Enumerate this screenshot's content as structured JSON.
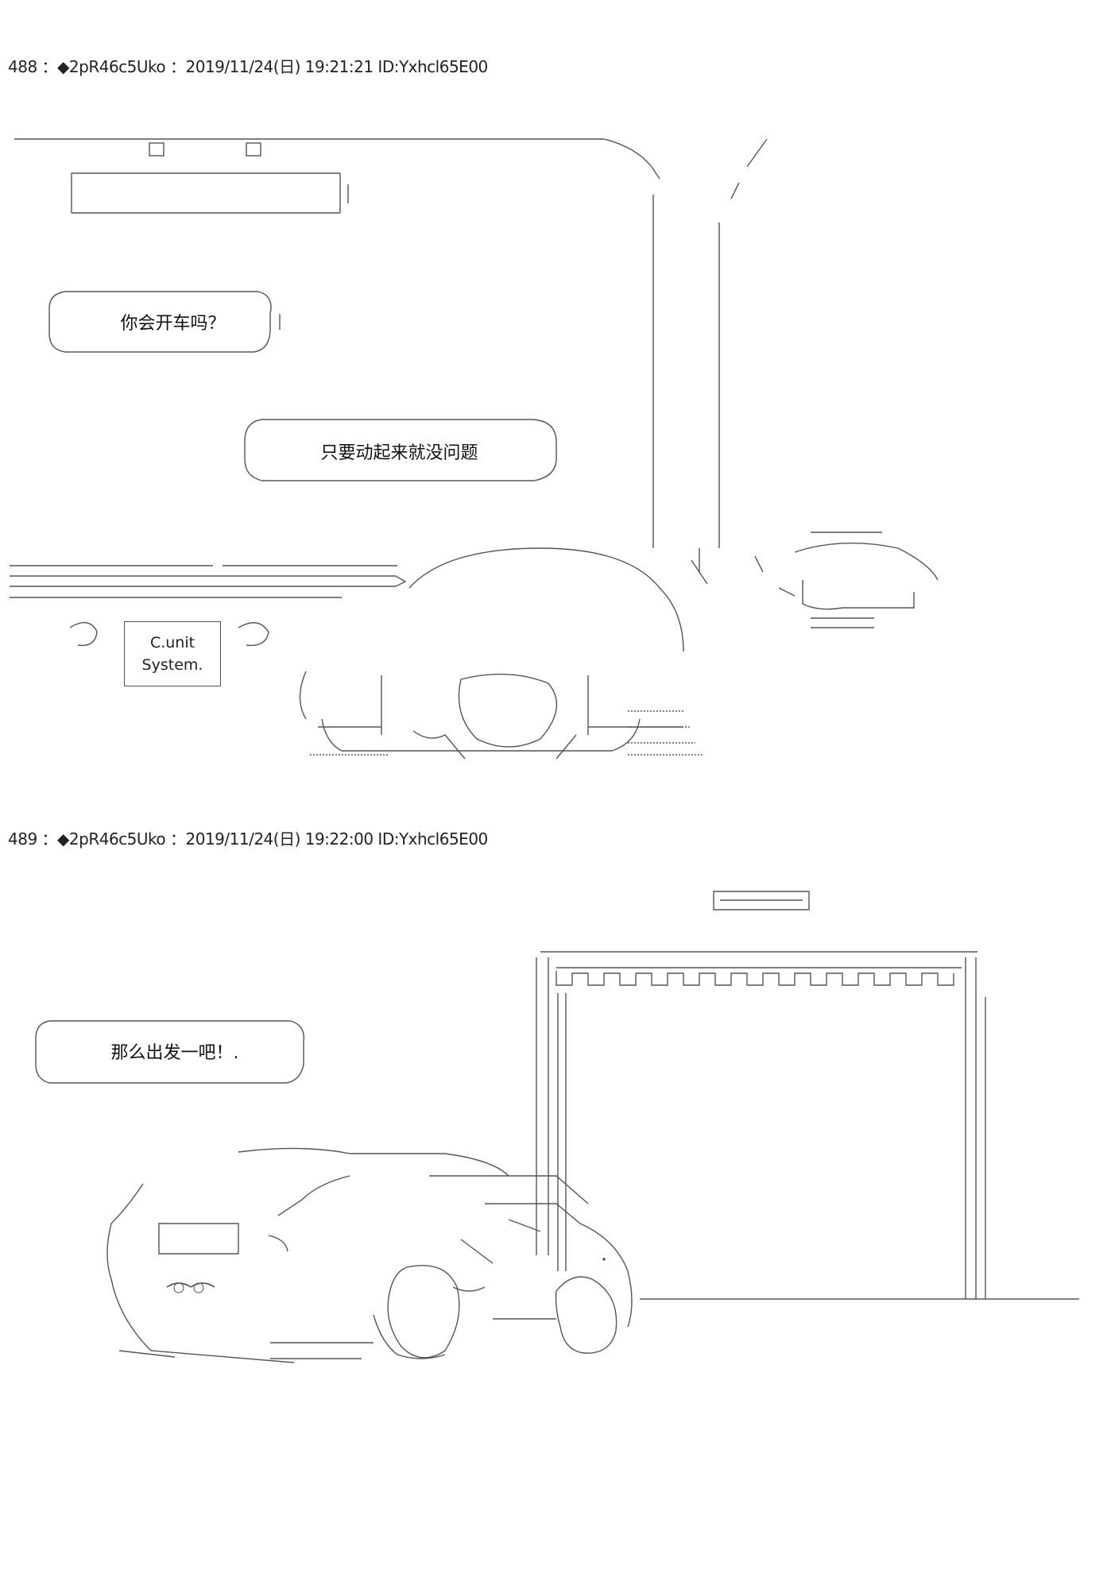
{
  "posts": [
    {
      "number": "488",
      "header": "488 ：◆2pR46c5Uko ：2019/11/24(日) 19:21:21 ID:Yxhcl65E00",
      "bubbles": [
        "你会开车吗？",
        "只要动起来就没问题"
      ],
      "machine_label": [
        "C.unit",
        "System."
      ]
    },
    {
      "number": "489",
      "header": "489 ：◆2pR46c5Uko ：2019/11/24(日) 19:22:00 ID:Yxhcl65E00",
      "bubbles": [
        "那么出发一吧！."
      ]
    }
  ]
}
